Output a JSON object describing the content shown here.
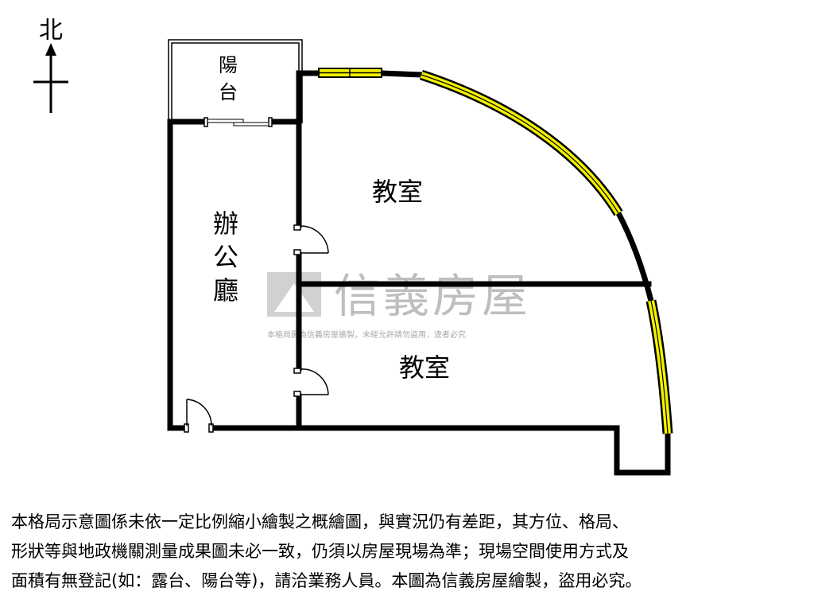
{
  "compass": {
    "north_label": "北"
  },
  "rooms": {
    "balcony": "陽台",
    "office": [
      "辦",
      "公",
      "廳"
    ],
    "classroom_upper": "教室",
    "classroom_lower": "教室"
  },
  "watermark": {
    "brand": "信義房屋",
    "notice": "本格局圖為信義房屋繪製，未經允許請勿盜用，違者必究"
  },
  "disclaimer": {
    "line1": "本格局示意圖係未依一定比例縮小繪製之概繪圖，與實況仍有差距，其方位、格局、",
    "line2": "形狀等與地政機關測量成果圖未必一致，仍須以房屋現場為準；現場空間使用方式及",
    "line3": "面積有無登記(如：露台、陽台等)，請洽業務人員。本圖為信義房屋繪製，盜用必究。"
  },
  "colors": {
    "wall": "#000000",
    "window_glass": "#f2f200",
    "watermark": "#b3b3b3"
  }
}
